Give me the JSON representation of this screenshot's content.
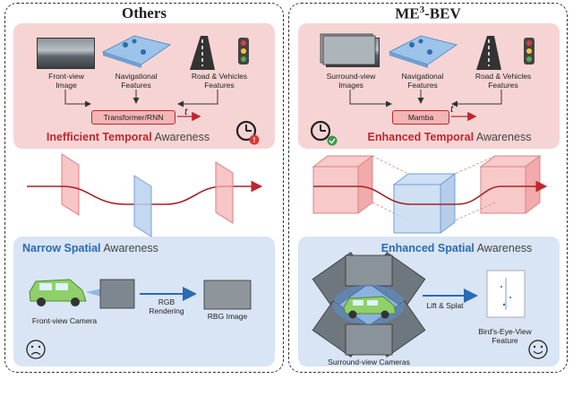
{
  "left": {
    "title": "Others",
    "front_view_image": "Front-view\nImage",
    "nav_features": "Navigational\nFeatures",
    "road_features": "Road & Vehicles\nFeatures",
    "model": "Transformer/RNN",
    "t": "t",
    "temporal_bold": "Inefficient Temporal",
    "temporal_rest": " Awareness",
    "spatial_bold": "Narrow Spatial",
    "spatial_rest": " Awareness",
    "camera": "Front-view Camera",
    "rgb": "RGB\nRendering",
    "rbg_image": "RBG Image"
  },
  "right": {
    "title_pre": "ME",
    "title_sup": "3",
    "title_post": "-BEV",
    "surround_images": "Surround-view\nImages",
    "nav_features": "Navigational\nFeatures",
    "road_features": "Road & Vehicles\nFeatures",
    "model": "Mamba",
    "t": "t",
    "temporal_bold": "Enhanced Temporal",
    "temporal_rest": " Awareness",
    "spatial_bold": "Enhanced Spatial",
    "spatial_rest": " Awareness",
    "lift": "Lift & Splat",
    "bev": "Bird's-Eye-View\nFeature",
    "cameras": "Surround-view Cameras"
  },
  "colors": {
    "red": "#c0262d",
    "blue": "#2a6bb3",
    "pink": "#f7d4d4",
    "lightblue": "#d9e5f4"
  }
}
